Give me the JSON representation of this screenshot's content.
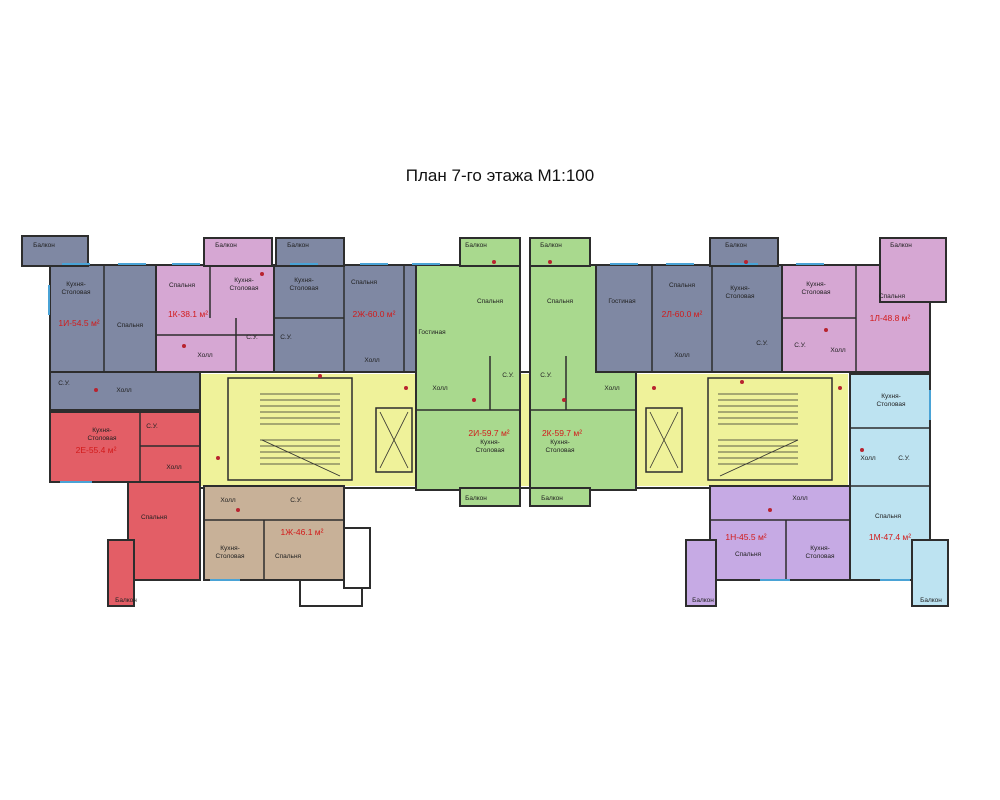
{
  "title": "План 7-го этажа М1:100",
  "colors": {
    "slate": "#7f88a3",
    "pink": "#d6a7d3",
    "green": "#a9d98e",
    "yellow": "#eff29a",
    "red": "#e35e66",
    "tan": "#c8b198",
    "lavender": "#c6aae4",
    "lightblue": "#bde3f1",
    "wall": "#2d2d2d",
    "area_text": "#d21a1a"
  },
  "apartments": {
    "a1i": "1И-54.5 м²",
    "a1k": "1К-38.1 м²",
    "a2zh": "2Ж-60.0 м²",
    "a2i": "2И-59.7 м²",
    "a2k": "2К-59.7 м²",
    "a2l": "2Л-60.0 м²",
    "a1l": "1Л-48.8 м²",
    "a2e": "2Е-55.4 м²",
    "a1zh": "1Ж-46.1 м²",
    "a1n": "1Н-45.5 м²",
    "a1m": "1М-47.4 м²"
  },
  "rooms": {
    "balcony": "Балкон",
    "bedroom": "Спальня",
    "living": "Гостиная",
    "hall": "Холл",
    "bath": "С.У.",
    "kitchen_a": "Кухня-",
    "kitchen_b": "Столовая"
  }
}
